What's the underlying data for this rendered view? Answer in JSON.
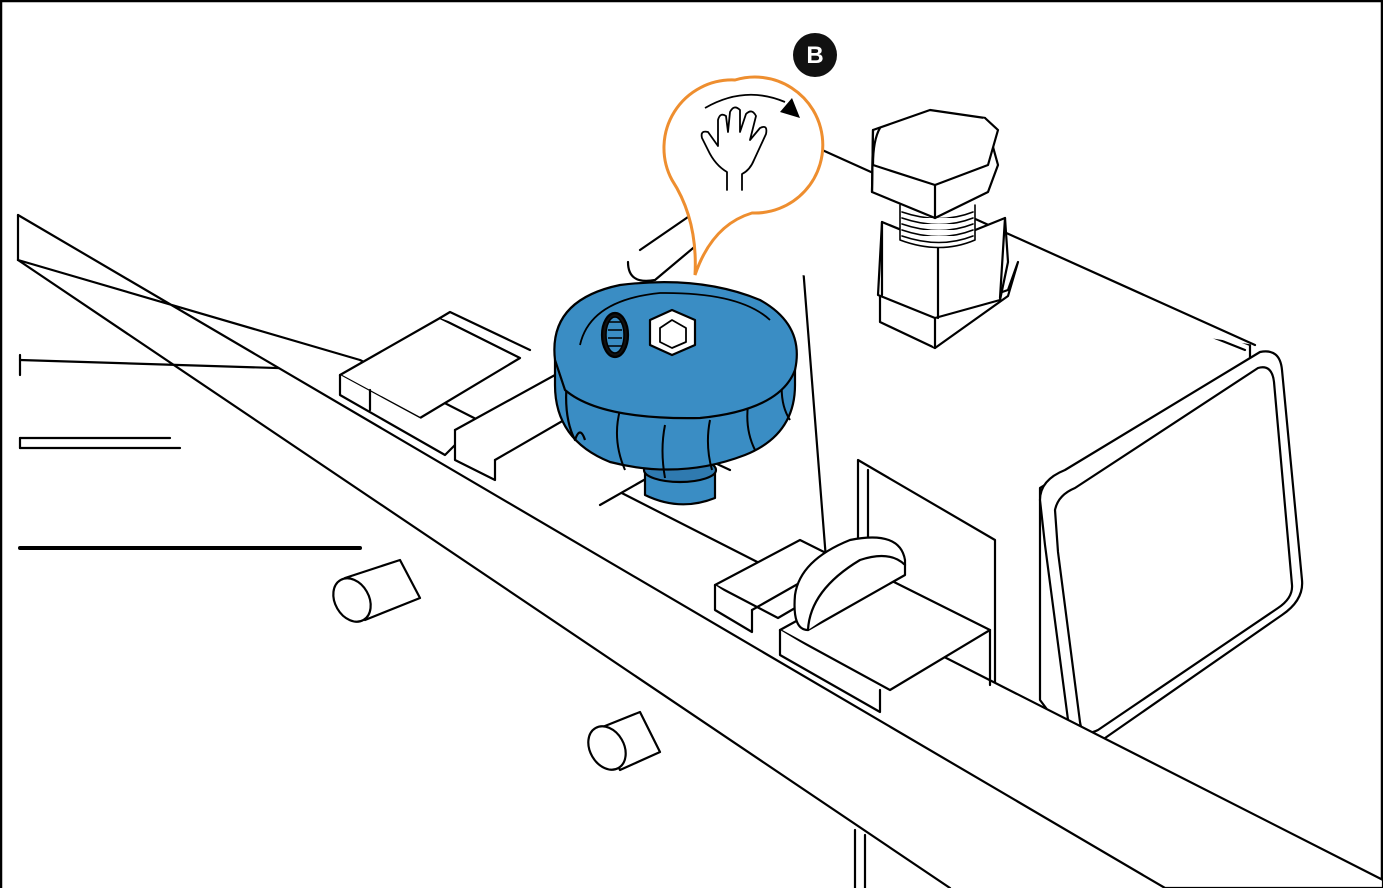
{
  "step_marker": {
    "label": "B",
    "color": "#111111",
    "text_color": "#ffffff"
  },
  "colors": {
    "knob": "#3a8dc4",
    "knob_dark": "#2f7ab0",
    "callout": "#ee8e2f",
    "line": "#000000",
    "background": "#ffffff"
  },
  "icons": {
    "callout": "hand-rotate-clockwise-icon",
    "knob": "blue-knob",
    "bolt": "hex-bolt"
  }
}
